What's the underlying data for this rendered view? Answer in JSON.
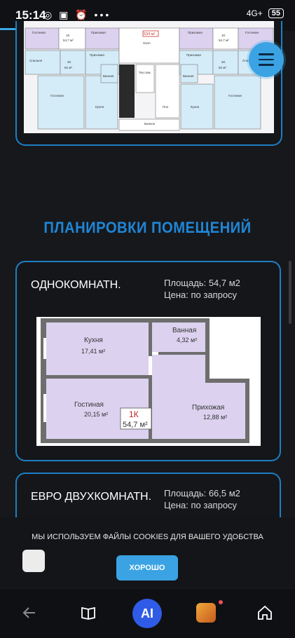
{
  "status_bar": {
    "time": "15:14",
    "icons": "◎ ▣ ⏰ •••",
    "network": "4G+",
    "battery": "55"
  },
  "floor_plan_top": {
    "rooms": [
      "Гостиная",
      "1K",
      "54,7 м²",
      "Прихожая",
      "Холл",
      "Прихожая",
      "1K",
      "54,7 м²",
      "Гостиная",
      "Спальня",
      "2K",
      "82 м²",
      "Прихожая",
      "Тех.пом.",
      "Прихожая",
      "2K",
      "82 м²",
      "Спальня",
      "Ванная",
      "Ванная",
      "Кухня",
      "Гостиная",
      "Кухня",
      "Гостиная",
      "Балкон",
      "Пол"
    ],
    "highlight": "534 м²"
  },
  "section": {
    "title": "ПЛАНИРОВКИ ПОМЕЩЕНИЙ"
  },
  "plans": [
    {
      "name": "ОДНОКОМНАТН.",
      "area": "Площадь: 54,7 м2",
      "price": "Цена: по запросу",
      "rooms": {
        "kitchen": "Кухня",
        "kitchen_area": "17,41 м²",
        "bathroom": "Ванная",
        "bathroom_area": "4,32 м²",
        "living": "Гостиная",
        "living_area": "20,15 м²",
        "hall": "Прихожая",
        "hall_area": "12,88 м²",
        "badge_type": "1К",
        "badge_area": "54,7 м²"
      }
    },
    {
      "name": "ЕВРО ДВУХКОМНАТН.",
      "area": "Площадь: 66,5 м2",
      "price": "Цена: по запросу"
    }
  ],
  "cookie": {
    "text": "МЫ ИСПОЛЬЗУЕМ ФАЙЛЫ COOKIES ДЛЯ ВАШЕГО УДОБСТВА",
    "ok_label": "ХОРОШО"
  },
  "nav": {
    "ai_label": "AI"
  },
  "colors": {
    "accent": "#3ba3e3",
    "title_blue": "#1f86d6",
    "plan_room": "#dcd2ef",
    "background": "#17181c"
  }
}
